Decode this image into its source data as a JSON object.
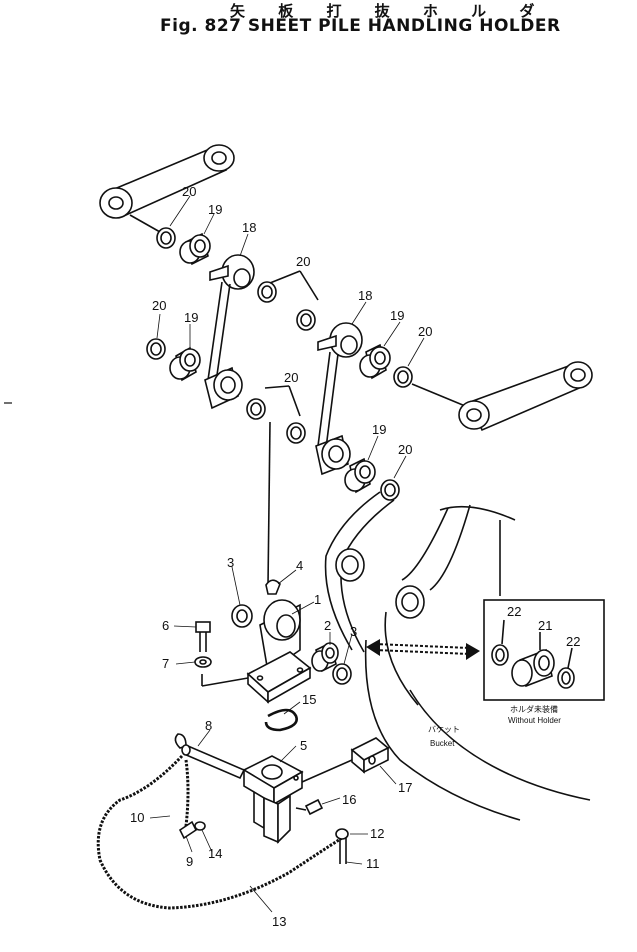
{
  "header": {
    "title_jp": "矢 板 打 抜 ホ ル ダ",
    "title_en": "Fig. 827  SHEET PILE HANDLING HOLDER"
  },
  "callouts": {
    "c1": "1",
    "c2": "2",
    "c3a": "3",
    "c3b": "3",
    "c4": "4",
    "c5": "5",
    "c6": "6",
    "c7": "7",
    "c8": "8",
    "c9": "9",
    "c10": "10",
    "c11": "11",
    "c12": "12",
    "c13": "13",
    "c14": "14",
    "c15": "15",
    "c16": "16",
    "c17": "17",
    "c18a": "18",
    "c18b": "18",
    "c19a": "19",
    "c19b": "19",
    "c19c": "19",
    "c20a": "20",
    "c20b": "20",
    "c20c": "20",
    "c20d": "20",
    "c20e": "20",
    "c20f": "20"
  },
  "inset": {
    "callouts": {
      "c22a": "22",
      "c21": "21",
      "c22b": "22"
    },
    "caption_jp": "ホルダ未装備",
    "caption_en": "Without Holder"
  },
  "bucket_label": {
    "jp": "バケット",
    "en": "Bucket"
  }
}
